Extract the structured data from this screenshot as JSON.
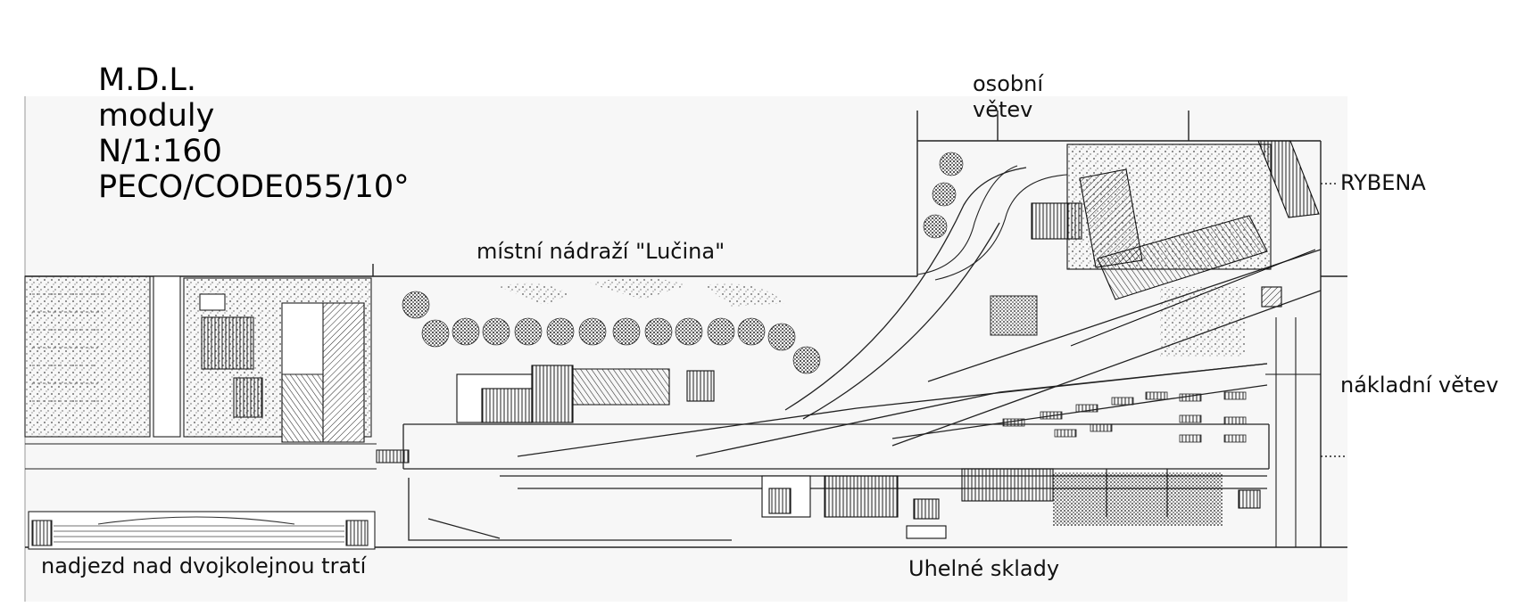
{
  "title_block": {
    "line1": "M.D.L.",
    "line2": "moduly",
    "line3": "N/1:160",
    "line4": "PECO/CODE055/10°"
  },
  "labels": {
    "station": "místní nádraží \"Lučina\"",
    "passenger_branch": "osobní\nvětev",
    "rybena": "RYBENA",
    "freight_branch": "nákladní větev",
    "overpass": "nadjezd nad dvojkolejnou tratí",
    "coal_yard": "Uhelné sklady"
  }
}
